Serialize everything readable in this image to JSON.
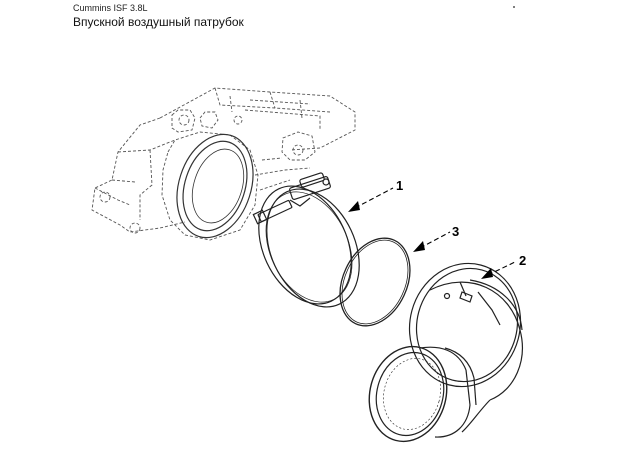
{
  "header": {
    "model": "Cummins ISF 3.8L",
    "title": "Впускной воздушный патрубок"
  },
  "callouts": [
    {
      "id": "1",
      "label": "1"
    },
    {
      "id": "2",
      "label": "2"
    },
    {
      "id": "3",
      "label": "3"
    }
  ]
}
